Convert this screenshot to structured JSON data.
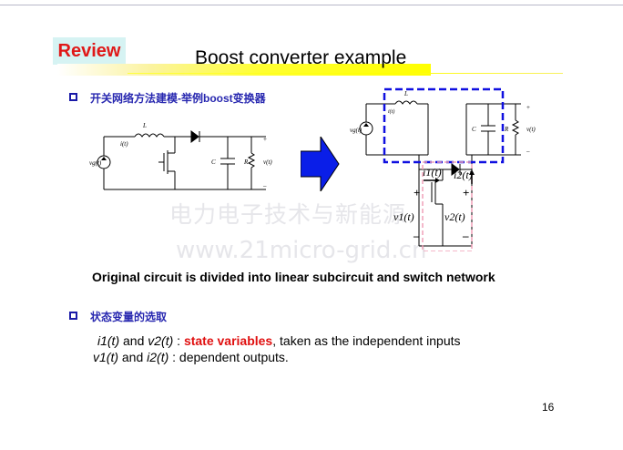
{
  "slide": {
    "review_badge": "Review",
    "title": "Boost converter example",
    "section1_heading": "开关网络方法建模-举例boost变换器",
    "caption": "Original circuit is divided into linear subcircuit and switch network",
    "section2_heading": "状态变量的选取",
    "line1": {
      "part1": "i1(t)",
      "part2": " and ",
      "part3": "v2(t)",
      "part4": " : ",
      "highlight": "state variables",
      "part5": ", taken as the independent inputs"
    },
    "line2": {
      "part1": "v1(t)",
      "part2": " and ",
      "part3": "i2(t)",
      "part4": " : dependent outputs."
    },
    "page_number": "16",
    "watermark_cn": "电力电子技术与新能源",
    "watermark_url": "www.21micro-grid.cn"
  },
  "circuit_left": {
    "inductor": "L",
    "current": "i(t)",
    "source": "vg(t)",
    "capacitor": "C",
    "resistor": "R",
    "output": "v(t)",
    "plus": "+",
    "minus": "–"
  },
  "circuit_right": {
    "inductor": "L",
    "current": "i(t)",
    "source": "vg(t)",
    "capacitor": "C",
    "resistor": "R",
    "output": "v(t)",
    "i1": "i1(t)",
    "i2": "i2(t)",
    "v1": "v1(t)",
    "v2": "v2(t)",
    "plus": "+",
    "minus": "–"
  },
  "colors": {
    "review_text": "#e01818",
    "review_bg": "#d6f3f3",
    "heading_blue": "#2828b0",
    "highlight_red": "#e01010",
    "dashed_blue": "#1010e0",
    "dashed_pink": "#f0a0b8",
    "arrow_blue": "#0a1ee8"
  }
}
